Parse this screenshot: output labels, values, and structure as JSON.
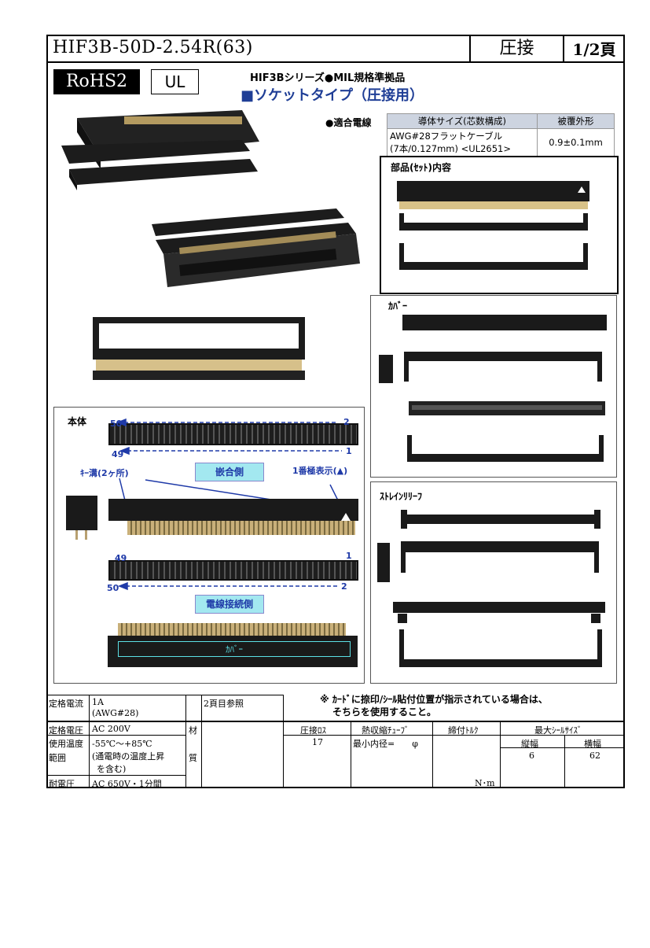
{
  "header": {
    "title": "HIF3B-50D-2.54R(63)",
    "method": "圧接",
    "page": "1/2頁"
  },
  "badges": {
    "rohs": "RoHS2",
    "ul": "UL"
  },
  "series_line": "HIF3Bシリーズ●MIL規格準拠品",
  "subtitle": "■ソケットタイプ（圧接用）",
  "wire": {
    "label": "●適合電線",
    "headers": [
      "導体サイズ(芯数構成)",
      "被覆外形"
    ],
    "row_line1": "AWG#28フラットケーブル",
    "row_line2": "(7本/0.127mm) <UL2651>",
    "outer": "0.9±0.1mm"
  },
  "sections": {
    "parts": "部品(ｾｯﾄ)内容",
    "cover": "ｶﾊﾞｰ",
    "strain": "ｽﾄﾚｲﾝﾘﾘｰﾌ",
    "body": "本体"
  },
  "body_labels": {
    "pin50_top": "50",
    "pin2_top": "2",
    "pin49": "49",
    "pin1_top": "1",
    "key_groove": "ｷｰ溝(2ヶ所)",
    "mating_side": "嵌合側",
    "pin1_mark": "1番極表示(▲)",
    "pin49_b": "49",
    "pin1_b": "1",
    "pin50_b": "50",
    "pin2_b": "2",
    "wire_side": "電線接続側",
    "cover_text": "ｶﾊﾞｰ"
  },
  "note_line1": "※ ｶｰﾄﾞに捺印/ｼｰﾙ貼付位置が指示されている場合は、",
  "note_line2": "そちらを使用すること。",
  "specs": {
    "rated_current_label": "定格電流",
    "rated_current": "1A",
    "rated_current_sub": "(AWG#28)",
    "rated_voltage_label": "定格電圧",
    "rated_voltage": "AC 200V",
    "temp_label1": "使用温度",
    "temp_label2": "範囲",
    "temp_value": "-55℃～+85℃",
    "temp_note1": "(通電時の温度上昇",
    "temp_note2": "を含む)",
    "withstand_label": "耐電圧",
    "withstand": "AC 650V・1分間",
    "material_label1": "材",
    "material_label2": "質",
    "material_value": "2頁目参照",
    "crimp_loss_label": "圧接ﾛｽ",
    "crimp_loss": "17",
    "heat_tube_label": "熱収縮ﾁｭｰﾌﾞ",
    "heat_tube_value": "最小内径=　　φ",
    "torque_label": "締付ﾄﾙｸ",
    "torque_unit": "N･m",
    "seal_label": "最大ｼｰﾙｻｲｽﾞ",
    "seal_h_label": "縦幅",
    "seal_h": "6",
    "seal_w_label": "横幅",
    "seal_w": "62"
  }
}
